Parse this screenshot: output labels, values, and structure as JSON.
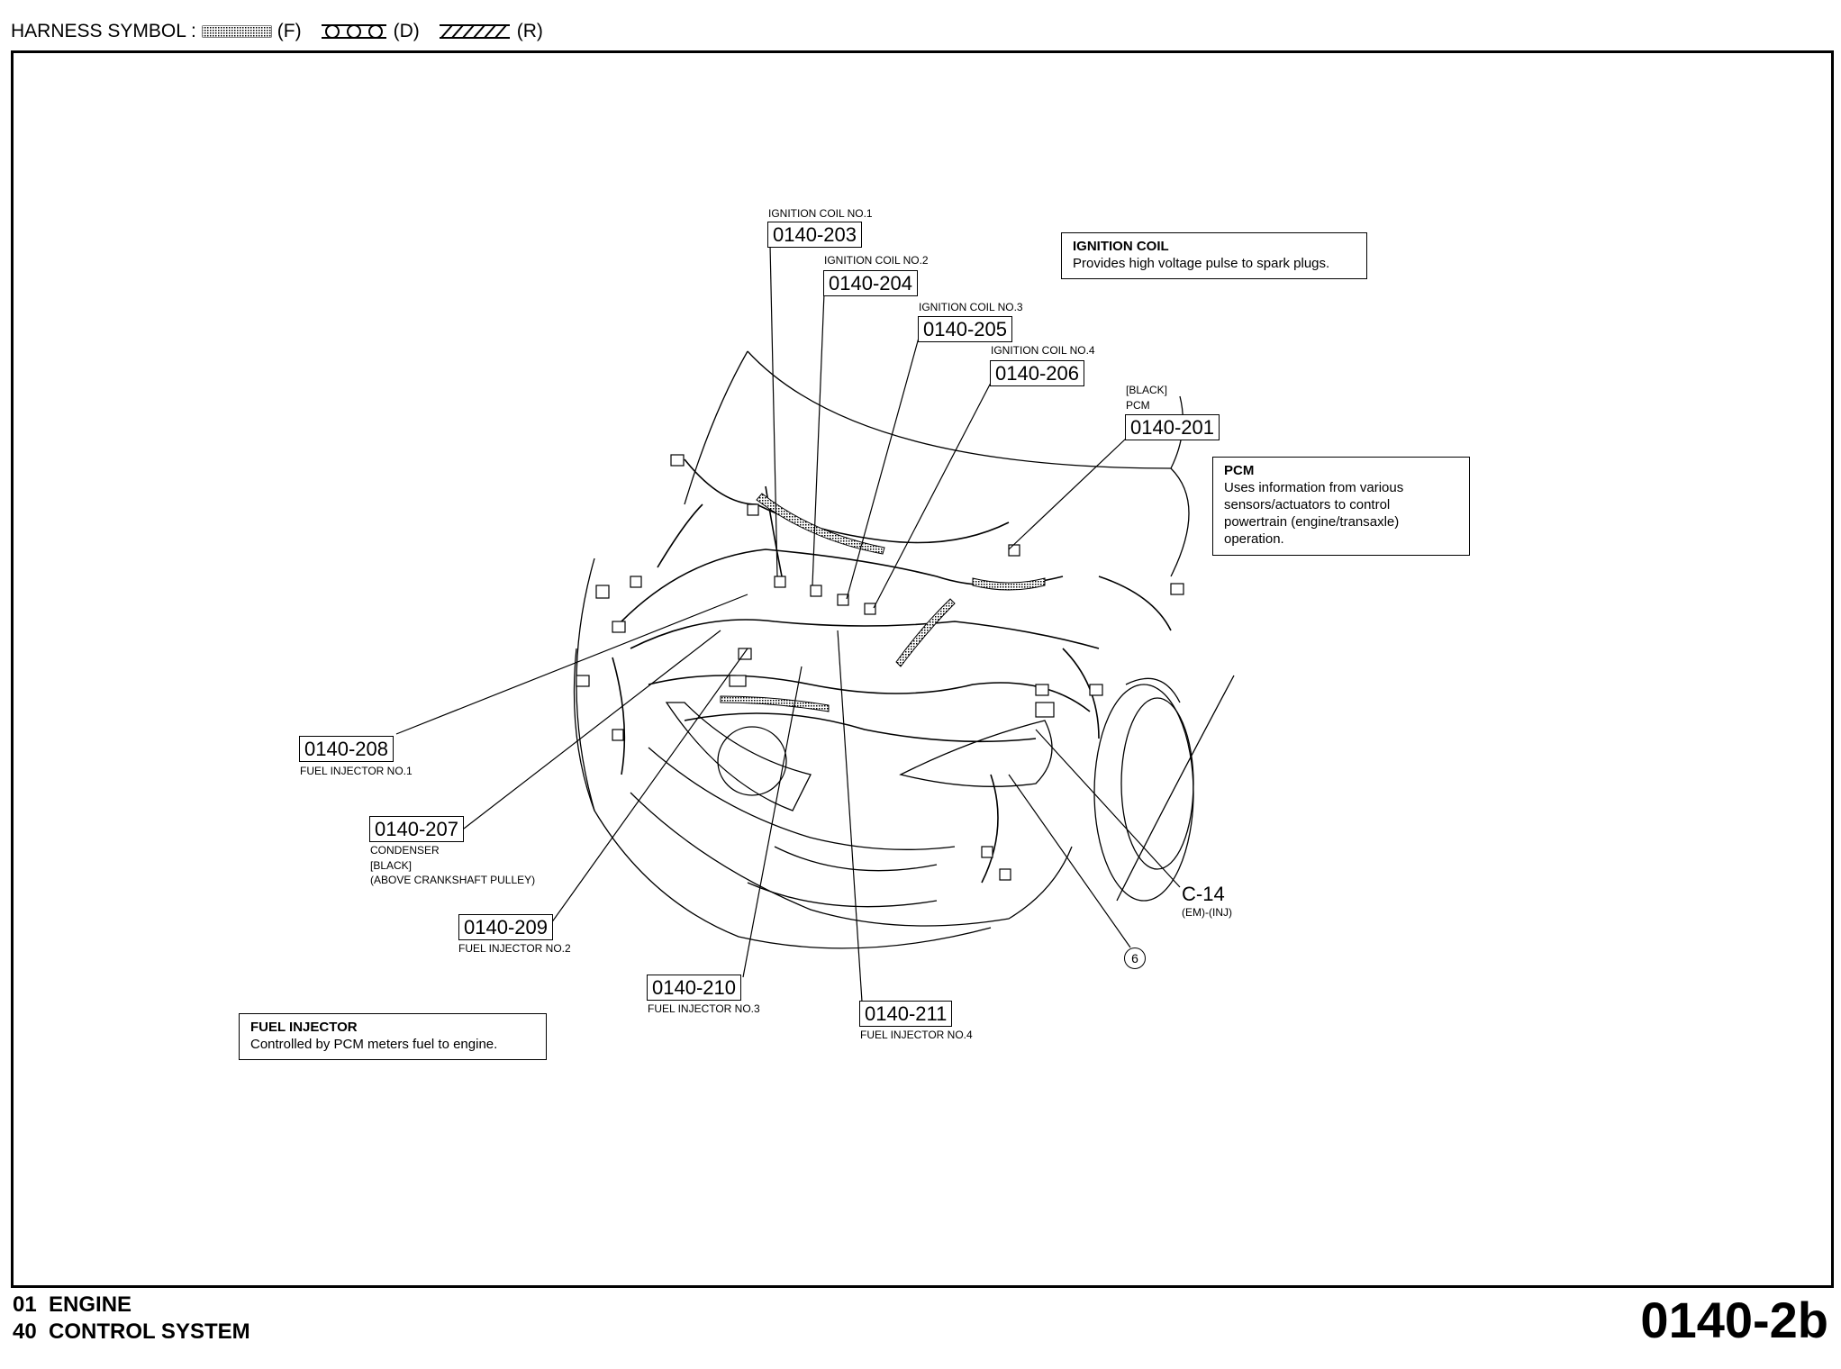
{
  "header": {
    "harness_label": "HARNESS SYMBOL :",
    "codes": [
      "(F)",
      "(D)",
      "(R)"
    ]
  },
  "connectors": {
    "c203": {
      "code": "0140-203",
      "name": "IGNITION COIL NO.1"
    },
    "c204": {
      "code": "0140-204",
      "name": "IGNITION COIL NO.2"
    },
    "c205": {
      "code": "0140-205",
      "name": "IGNITION COIL NO.3"
    },
    "c206": {
      "code": "0140-206",
      "name": "IGNITION COIL NO.4"
    },
    "c201": {
      "code": "0140-201",
      "color": "[BLACK]",
      "name": "PCM"
    },
    "c208": {
      "code": "0140-208",
      "name": "FUEL INJECTOR NO.1"
    },
    "c207": {
      "code": "0140-207",
      "name": "CONDENSER",
      "color": "[BLACK]",
      "note": "(ABOVE CRANKSHAFT PULLEY)"
    },
    "c209": {
      "code": "0140-209",
      "name": "FUEL INJECTOR NO.2"
    },
    "c210": {
      "code": "0140-210",
      "name": "FUEL INJECTOR NO.3"
    },
    "c211": {
      "code": "0140-211",
      "name": "FUEL INJECTOR NO.4"
    },
    "c14": {
      "code": "C-14",
      "note": "(EM)-(INJ)"
    },
    "ground": {
      "label": "6"
    }
  },
  "info": {
    "ignition": {
      "title": "IGNITION COIL",
      "text": "Provides high voltage pulse to spark plugs."
    },
    "pcm": {
      "title": "PCM",
      "lines": [
        "Uses information from various",
        "sensors/actuators to control",
        "powertrain (engine/transaxle)",
        "operation."
      ]
    },
    "injector": {
      "title": "FUEL INJECTOR",
      "text": "Controlled by PCM meters fuel to engine."
    }
  },
  "footer": {
    "line1_num": "01",
    "line1_text": "ENGINE",
    "line2_num": "40",
    "line2_text": "CONTROL SYSTEM",
    "page": "0140-2b"
  }
}
